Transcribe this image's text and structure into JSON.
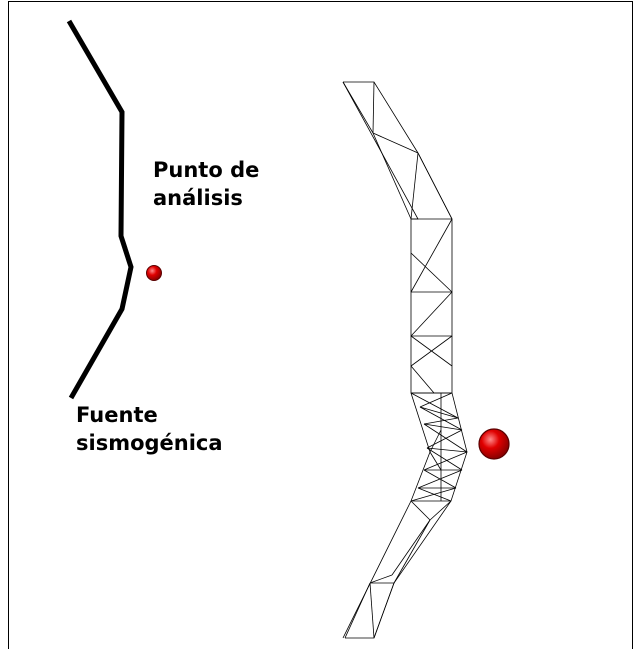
{
  "labels": {
    "analysis_point": [
      "Punto de",
      "análisis"
    ],
    "seismic_source": [
      "Fuente",
      "sismogénica"
    ]
  },
  "colors": {
    "fault_line": "#000000",
    "mesh_line": "#000000",
    "point_fill": "#e00000",
    "point_highlight": "#ff6a6a",
    "point_stroke": "#5a0000"
  }
}
